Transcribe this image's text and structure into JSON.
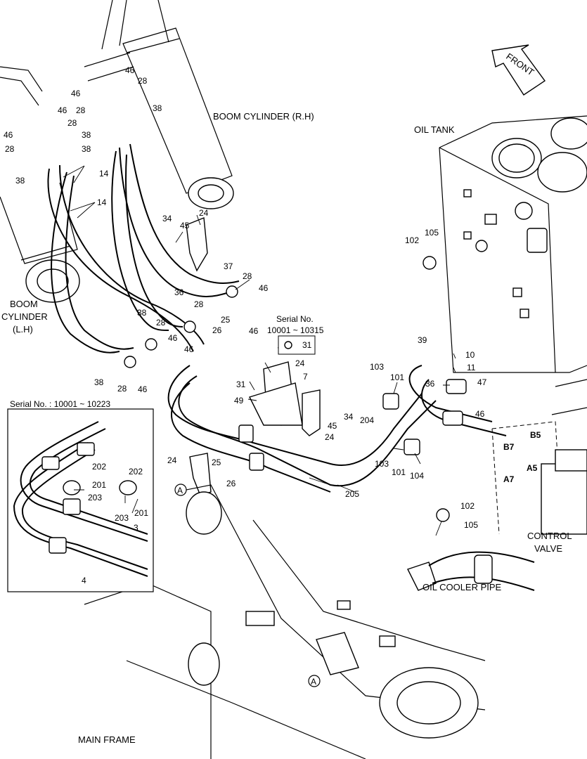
{
  "captions": {
    "boom_cyl_rh": "BOOM CYLINDER (R.H)",
    "boom_cyl_lh_1": "BOOM",
    "boom_cyl_lh_2": "CYLINDER",
    "boom_cyl_lh_3": "(L.H)",
    "oil_tank": "OIL TANK",
    "front": "FRONT",
    "control_valve_1": "CONTROL",
    "control_valve_2": "VALVE",
    "oil_cooler_pipe": "OIL COOLER PIPE",
    "main_frame": "MAIN FRAME",
    "serial_top_1": "Serial No.",
    "serial_top_2": "10001 ~ 10315",
    "serial_inset": "Serial No. : 10001 ~ 10223"
  },
  "callouts": {
    "c46a": "46",
    "c28a": "28",
    "c46b": "46",
    "c38a": "38",
    "c28b": "28",
    "c46c": "46",
    "c28c": "28",
    "c46d": "46",
    "c38b": "38",
    "c28d": "28",
    "c38c": "38",
    "c38d": "38",
    "c14a": "14",
    "c14b": "14",
    "c34a": "34",
    "c45a": "45",
    "c24a": "24",
    "c37": "37",
    "c28e": "28",
    "c46e": "46",
    "c36a": "36",
    "c28f": "28",
    "c38e": "38",
    "c28g": "28",
    "c25a": "25",
    "c26a": "26",
    "c46f": "46",
    "c46g": "46",
    "c38f": "38",
    "c28h": "28",
    "c46h": "46",
    "c31a": "31",
    "c24b": "24",
    "c7": "7",
    "c31b": "31",
    "c49": "49",
    "c45b": "45",
    "c34b": "34",
    "c24c": "24",
    "c24d": "24",
    "c25b": "25",
    "c26b": "26",
    "cA1": "A",
    "cA2": "A",
    "c103a": "103",
    "c101a": "101",
    "c204": "204",
    "c39": "39",
    "c10": "10",
    "c11": "11",
    "c36b": "36",
    "c47": "47",
    "c46i": "46",
    "c103b": "103",
    "c101b": "101",
    "c104": "104",
    "c205": "205",
    "c102a": "102",
    "c105a": "105",
    "c102b": "102",
    "c105b": "105",
    "cB5": "B5",
    "cB7": "B7",
    "cA5": "A5",
    "cA7": "A7",
    "c202a": "202",
    "c202b": "202",
    "c201a": "201",
    "c201b": "201",
    "c203a": "203",
    "c203b": "203",
    "c3": "3",
    "c4": "4"
  }
}
